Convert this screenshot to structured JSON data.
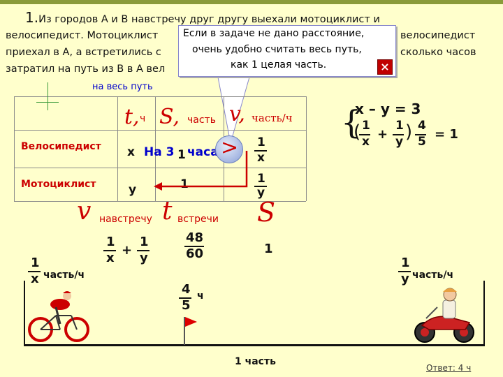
{
  "problem": {
    "number": "1.",
    "line1": "Из городов А и В навстречу друг другу выехали мотоциклист и",
    "line2a": "велосипедист. Мотоциклист",
    "line2b": "велосипедист",
    "line3a": "приехал в А, а встретились с",
    "line3b": "сколько часов",
    "line4a": "затратил на путь из В в А вел"
  },
  "callout": {
    "line1": "Если в задаче не дано расстояние,",
    "line2": "очень удобно считать весь путь,",
    "line3": "как 1 целая часть.",
    "close": "×"
  },
  "whole_path_label": "на весь путь",
  "table": {
    "col_t": "t,",
    "col_t_unit": "ч",
    "col_s": "S,",
    "col_s_unit": "часть",
    "col_v": "v,",
    "col_v_unit": "часть/ч",
    "row1_label": "Велосипедист",
    "row1_t": "x",
    "row1_note": "На 3",
    "row1_note2": "часа",
    "row1_s": "1",
    "row1_gt": ">",
    "row1_v_num": "1",
    "row1_v_den": "x",
    "row2_label": "Мотоциклист",
    "row2_t": "y",
    "row2_s": "1",
    "row2_v_num": "1",
    "row2_v_den": "y"
  },
  "system": {
    "eq1": "x – y = 3",
    "eq2_a_num": "1",
    "eq2_a_den": "x",
    "eq2_plus": "+",
    "eq2_b_num": "1",
    "eq2_b_den": "y",
    "eq2_c_num": "4",
    "eq2_c_den": "5",
    "eq2_eq": "= 1"
  },
  "meeting": {
    "v_label": "v",
    "v_sub": "навстречу",
    "t_label": "t",
    "t_sub": "встречи",
    "s_label": "S",
    "vsum_a_num": "1",
    "vsum_a_den": "x",
    "vsum_plus": "+",
    "vsum_b_num": "1",
    "vsum_b_den": "y",
    "t_num": "48",
    "t_den": "60",
    "s_value": "1"
  },
  "bottom": {
    "left_v_num": "1",
    "left_v_den": "x",
    "left_v_unit": "часть/ч",
    "right_v_num": "1",
    "right_v_den": "y",
    "right_v_unit": "часть/ч",
    "mid_num": "4",
    "mid_den": "5",
    "mid_unit": "ч",
    "path_label": "1 часть",
    "answer": "Ответ: 4 ч"
  }
}
